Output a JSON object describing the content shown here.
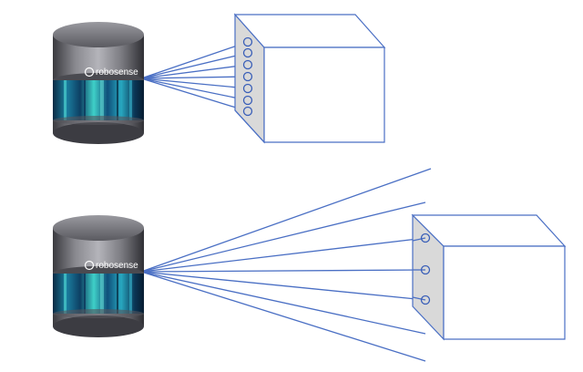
{
  "diagram": {
    "panels": [
      {
        "id": "near",
        "sensor": {
          "brand": "robosense",
          "icon": "lidar-sensor-icon"
        },
        "beam_count": 7,
        "hit_points": 7,
        "target": "box"
      },
      {
        "id": "far",
        "sensor": {
          "brand": "robosense",
          "icon": "lidar-sensor-icon"
        },
        "beam_count": 7,
        "hit_points": 3,
        "target": "box"
      }
    ],
    "colors": {
      "beam": "#4a6fc4",
      "box_edge": "#4a6fc4",
      "box_front_face": "#d9d9d9",
      "hit_circle": "#3a5fb8",
      "sensor_body": "#6e6e74",
      "sensor_band": "#1a5a7a",
      "brand_text": "#ffffff"
    }
  }
}
